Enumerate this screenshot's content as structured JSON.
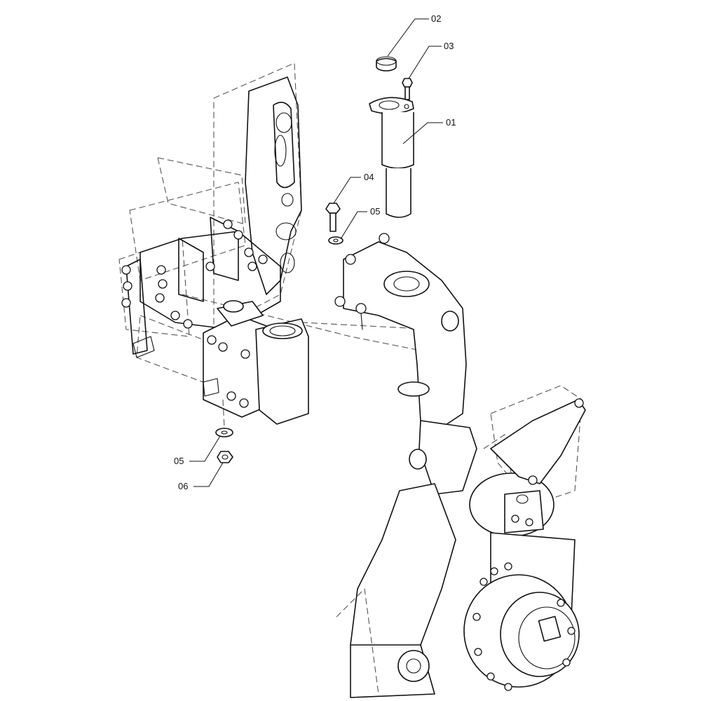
{
  "callouts": {
    "c01": "01",
    "c02": "02",
    "c03": "03",
    "c04": "04",
    "c05a": "05",
    "c05b": "05",
    "c06": "06"
  },
  "colors": {
    "line": "#111111",
    "ghost": "#555555",
    "background": "#ffffff"
  }
}
